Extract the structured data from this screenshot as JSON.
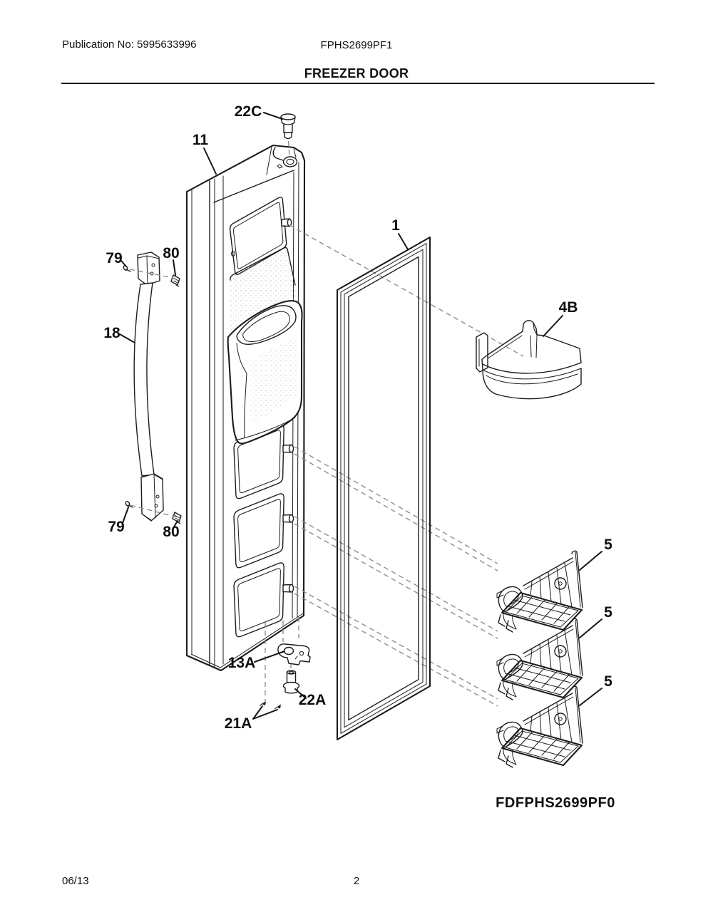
{
  "page": {
    "publication_label": "Publication No: 5995633996",
    "model_number": "FPHS2699PF1",
    "section_title": "FREEZER DOOR",
    "diagram_variant_code": "FDFPHS2699PF0",
    "footer_date": "06/13",
    "footer_page_number": "2"
  },
  "diagram": {
    "colors": {
      "ink": "#1c1c1c",
      "dash_leader": "#8e8e8e",
      "background": "#ffffff"
    },
    "callouts": [
      {
        "id": "22C",
        "text": "22C"
      },
      {
        "id": "11",
        "text": "11"
      },
      {
        "id": "79-top",
        "text": "79"
      },
      {
        "id": "80-top",
        "text": "80"
      },
      {
        "id": "18",
        "text": "18"
      },
      {
        "id": "79-bottom",
        "text": "79"
      },
      {
        "id": "80-bottom",
        "text": "80"
      },
      {
        "id": "1",
        "text": "1"
      },
      {
        "id": "4B",
        "text": "4B"
      },
      {
        "id": "5-upper",
        "text": "5"
      },
      {
        "id": "5-middle",
        "text": "5"
      },
      {
        "id": "5-lower",
        "text": "5"
      },
      {
        "id": "13A",
        "text": "13A"
      },
      {
        "id": "22A",
        "text": "22A"
      },
      {
        "id": "21A",
        "text": "21A"
      }
    ]
  }
}
